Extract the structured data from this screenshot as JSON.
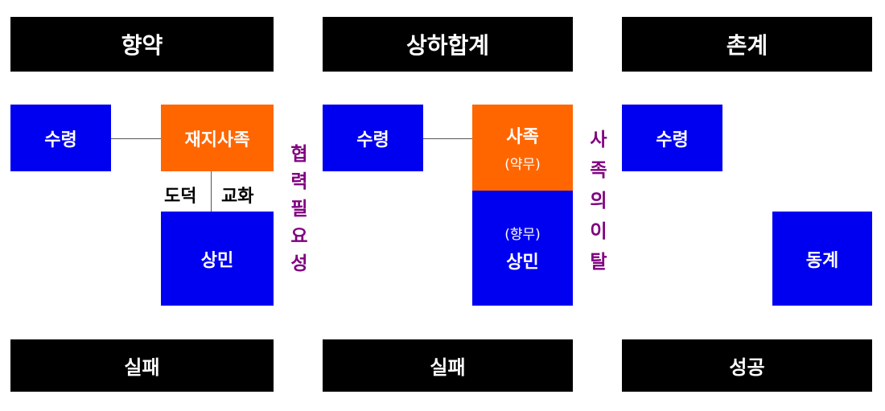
{
  "columns": [
    {
      "header": "향약",
      "footer": "실패",
      "ruler": "수령",
      "gentry": "재지사족",
      "commoner": "상민",
      "link_left": "도덕",
      "link_right": "교화",
      "side_note": [
        "협",
        "력",
        "필",
        "요",
        "성"
      ]
    },
    {
      "header": "상하합계",
      "footer": "실패",
      "ruler": "수령",
      "gentry": "사족",
      "gentry_role": "(약무)",
      "commoner_role": "(향무)",
      "commoner": "상민",
      "side_note": [
        "사",
        "족",
        "의",
        "이",
        "탈"
      ]
    },
    {
      "header": "촌계",
      "footer": "성공",
      "ruler": "수령",
      "group": "동계"
    }
  ],
  "colors": {
    "header": "#000000",
    "blue": "#0000f0",
    "orange": "#ff6600",
    "note": "#800080"
  }
}
